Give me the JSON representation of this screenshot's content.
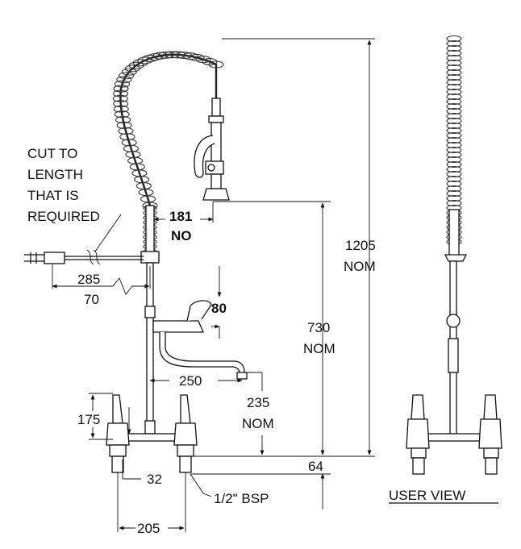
{
  "labels": {
    "cut_note_1": "CUT TO",
    "cut_note_2": "LENGTH",
    "cut_note_3": "THAT IS",
    "cut_note_4": "REQUIRED",
    "dim_181": "181",
    "dim_no": "NO",
    "dim_1205": "1205",
    "dim_1205_nom": "NOM",
    "dim_285": "285",
    "dim_70": "70",
    "dim_80": "80",
    "dim_730": "730",
    "dim_730_nom": "NOM",
    "dim_250": "250",
    "dim_235": "235",
    "dim_235_nom": "NOM",
    "dim_175": "175",
    "dim_64": "64",
    "dim_32": "32",
    "dim_bsp": "1/2\" BSP",
    "dim_205": "205",
    "user_view": "USER VIEW"
  }
}
